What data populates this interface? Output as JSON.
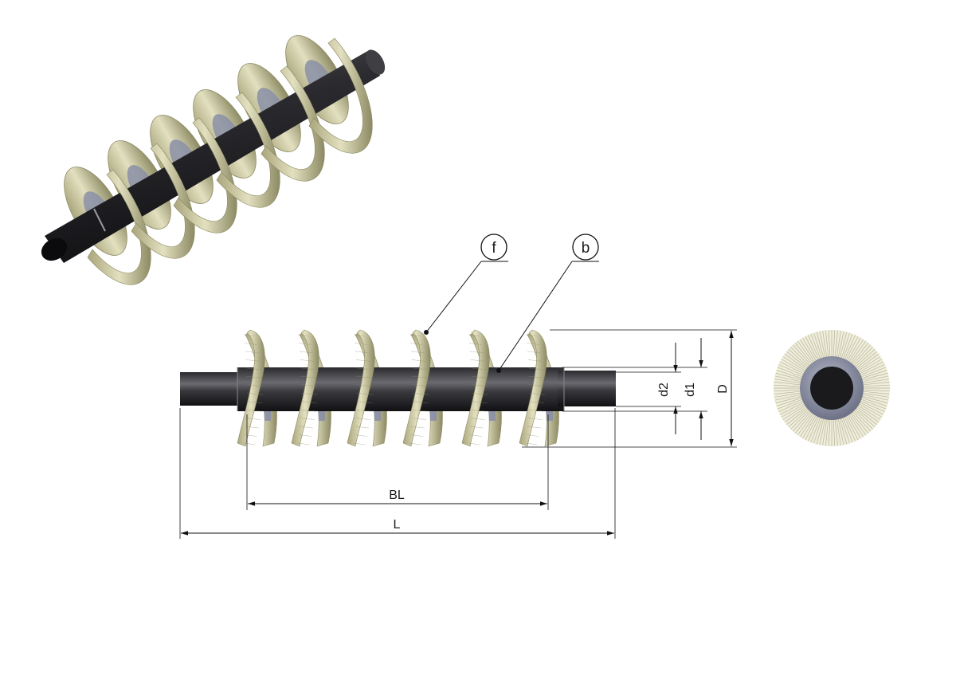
{
  "callouts": {
    "f": "f",
    "b": "b"
  },
  "dimensions": {
    "bl": "BL",
    "l": "L",
    "d2": "d2",
    "d1": "d1",
    "d": "D"
  },
  "colors": {
    "shaft_dark": "#1c1c1e",
    "shaft_light": "#6a6a70",
    "bristle": "#d9d6b4",
    "bristle_dark": "#8c8a63",
    "core_blue": "#8a8fa6",
    "line": "#111111"
  },
  "views": {
    "isometric": "isometric-view",
    "side": "side-view",
    "end": "end-view"
  }
}
